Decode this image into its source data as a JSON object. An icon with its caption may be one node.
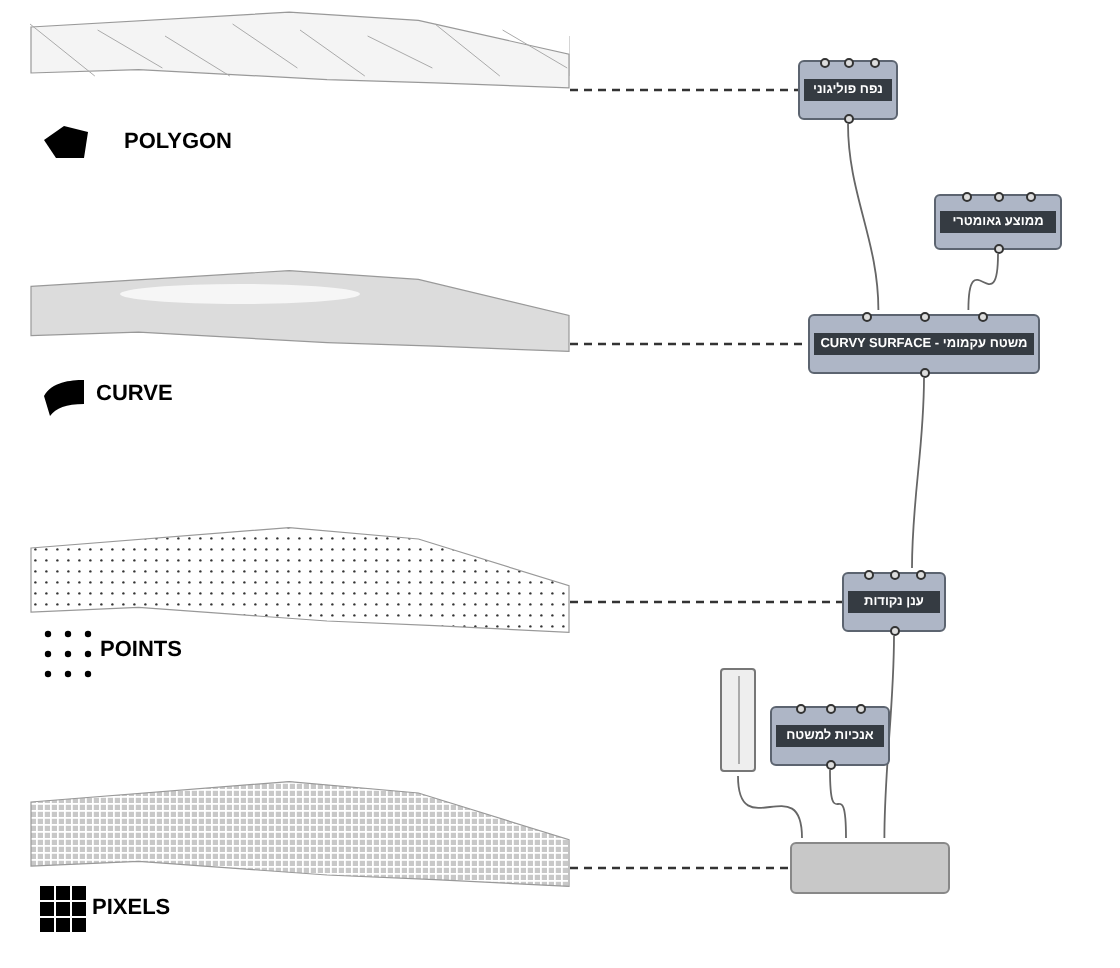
{
  "diagram": {
    "nodes": [
      {
        "text": [],
        "shape": "picture",
        "beside": [
          "POLYGON"
        ]
      },
      {
        "text": [
          "נפח פוליגוני"
        ]
      },
      {
        "text": [
          "ממוצע גאומטרי"
        ]
      },
      {
        "text": [],
        "shape": "picture",
        "beside": [
          "CURVE"
        ]
      },
      {
        "text": [
          "משטח עקמומי - CURVY SURFACE"
        ]
      },
      {
        "text": [],
        "shape": "picture",
        "beside": [
          "POINTS"
        ]
      },
      {
        "text": [
          "ענן נקודות"
        ]
      },
      {
        "text": [],
        "shape": "box"
      },
      {
        "text": [
          "אנכיות למשטח"
        ]
      },
      {
        "text": [],
        "shape": "picture",
        "beside": [
          "PIXELS"
        ]
      },
      {
        "text": [],
        "shape": "box"
      }
    ],
    "edges": [
      {
        "from": 0,
        "to": 1,
        "arrow": "none",
        "style": "dashed"
      },
      {
        "from": 1,
        "to": 4,
        "arrow": "none"
      },
      {
        "from": 2,
        "to": 4,
        "arrow": "none"
      },
      {
        "from": 3,
        "to": 4,
        "arrow": "none",
        "style": "dashed"
      },
      {
        "from": 4,
        "to": 6,
        "arrow": "none"
      },
      {
        "from": 5,
        "to": 6,
        "arrow": "none",
        "style": "dashed"
      },
      {
        "from": 6,
        "to": 10,
        "arrow": "none"
      },
      {
        "from": 7,
        "to": 10,
        "arrow": "none"
      },
      {
        "from": 8,
        "to": 10,
        "arrow": "none"
      },
      {
        "from": 9,
        "to": 10,
        "arrow": "none",
        "style": "dashed"
      }
    ]
  }
}
